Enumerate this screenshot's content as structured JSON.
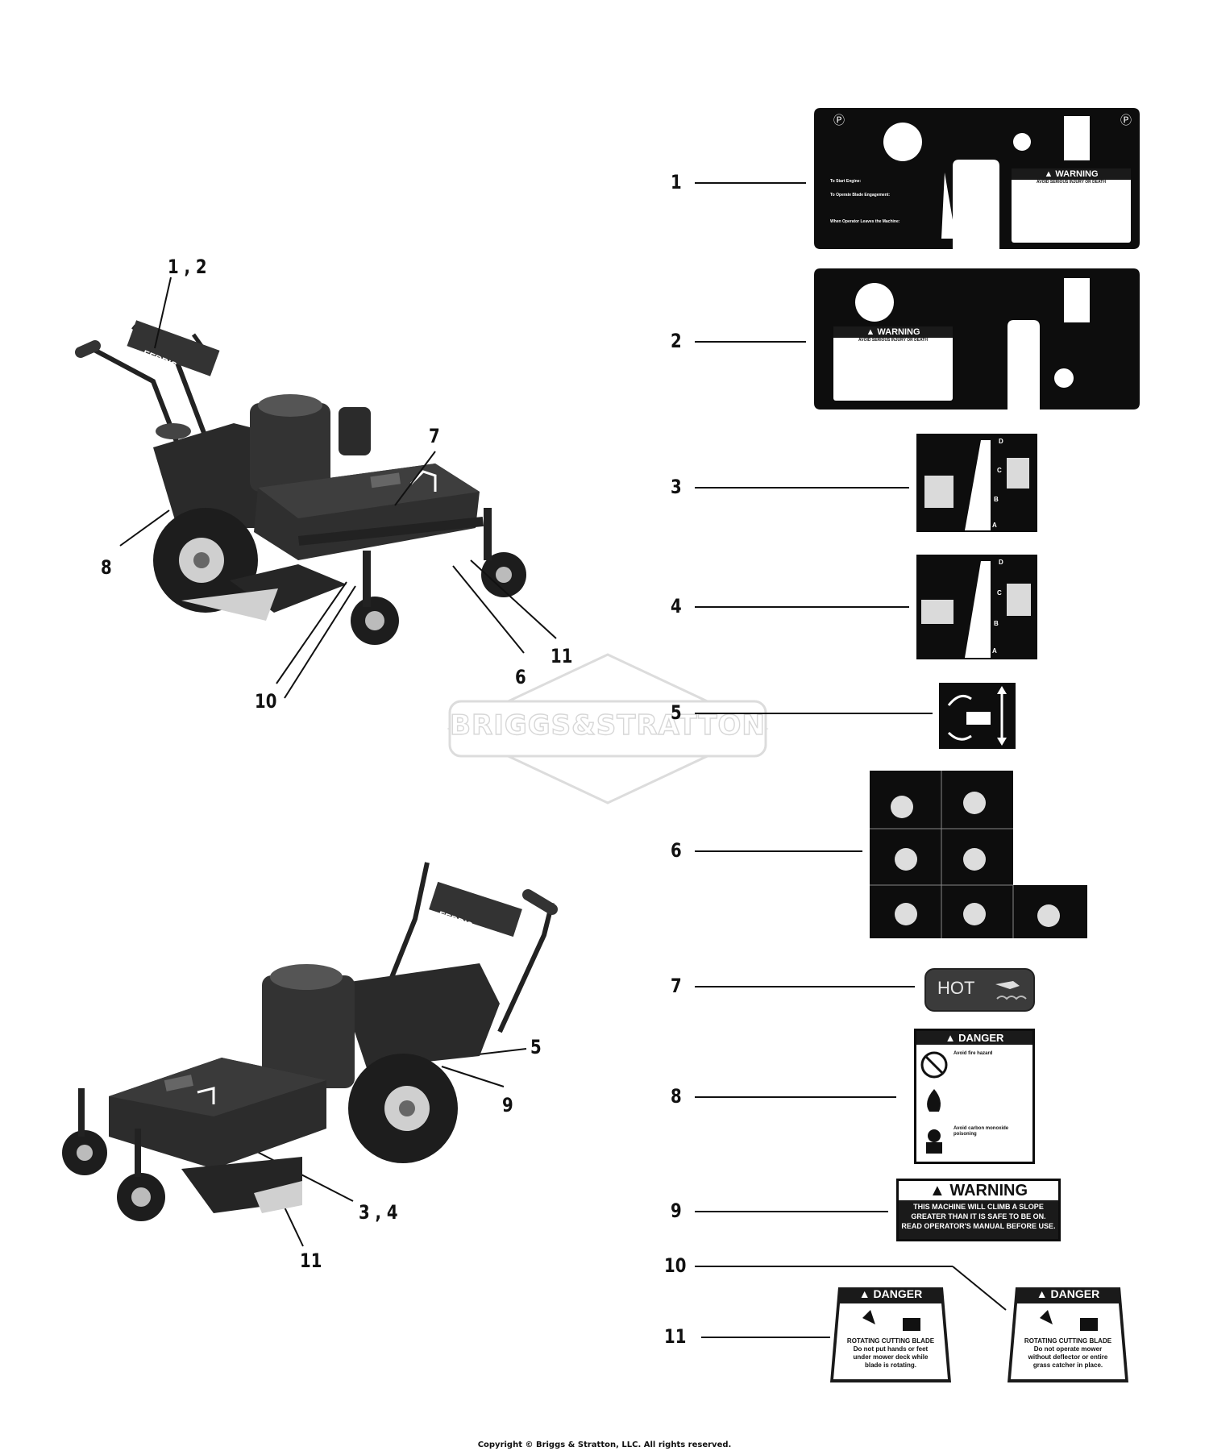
{
  "diagram": {
    "callouts_photo": {
      "top_1_2": "1 , 2",
      "top_7": "7",
      "top_8": "8",
      "top_10": "10",
      "top_6": "6",
      "top_11": "11",
      "bottom_5": "5",
      "bottom_9": "9",
      "bottom_3_4": "3 , 4",
      "bottom_11": "11"
    },
    "callouts_list": [
      "1",
      "2",
      "3",
      "4",
      "5",
      "6",
      "7",
      "8",
      "9",
      "10",
      "11"
    ],
    "mower_brand": "FERRIS",
    "decal_1": {
      "warning": "WARNING",
      "warning_sub": "AVOID SERIOUS INJURY OR DEATH",
      "start_title": "To Start Engine:",
      "blade_title": "To Operate Blade Engagement:",
      "leave_title": "When Operator Leaves the Machine:"
    },
    "decal_2": {
      "warning": "WARNING",
      "warning_sub": "AVOID SERIOUS INJURY OR DEATH"
    },
    "decal_3_letters": [
      "D",
      "C",
      "B",
      "A"
    ],
    "decal_4_letters": [
      "D",
      "C",
      "B",
      "A"
    ],
    "decal_7": {
      "text": "HOT"
    },
    "decal_8": {
      "header": "DANGER",
      "fire_title": "Avoid fire hazard",
      "co_title": "Avoid carbon monoxide poisoning"
    },
    "decal_9": {
      "header": "WARNING",
      "line1": "THIS MACHINE WILL CLIMB A SLOPE",
      "line2": "GREATER THAN IT IS SAFE TO BE ON.",
      "line3": "READ OPERATOR'S MANUAL BEFORE USE."
    },
    "decal_11": {
      "header": "DANGER",
      "title": "ROTATING CUTTING BLADE",
      "text1": "Do not put hands or feet",
      "text2": "under mower deck while",
      "text3": "blade is rotating."
    },
    "decal_10": {
      "header": "DANGER",
      "title": "ROTATING CUTTING BLADE",
      "text1": "Do not operate mower",
      "text2": "without deflector or entire",
      "text3": "grass catcher in place."
    },
    "watermark": "BRIGGS&STRATTON",
    "copyright": "Copyright © Briggs & Stratton, LLC. All rights reserved."
  },
  "colors": {
    "ink": "#111111",
    "decal": "#0d0d0d",
    "watermark": "#d7d7d7"
  }
}
